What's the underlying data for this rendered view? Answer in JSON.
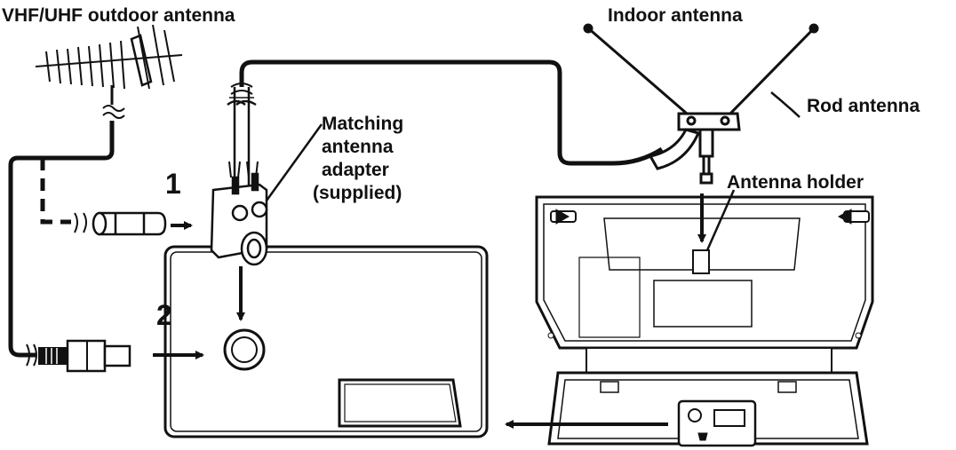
{
  "labels": {
    "outdoor_antenna": "VHF/UHF outdoor antenna",
    "indoor_antenna": "Indoor antenna",
    "rod_antenna": "Rod antenna",
    "adapter_line1": "Matching",
    "adapter_line2": "antenna",
    "adapter_line3": "adapter",
    "adapter_line4": "(supplied)",
    "antenna_holder": "Antenna holder",
    "step_1": "1",
    "step_2": "2"
  },
  "colors": {
    "ink": "#111111",
    "panel_fill": "#f2f2f2",
    "background": "#ffffff"
  }
}
